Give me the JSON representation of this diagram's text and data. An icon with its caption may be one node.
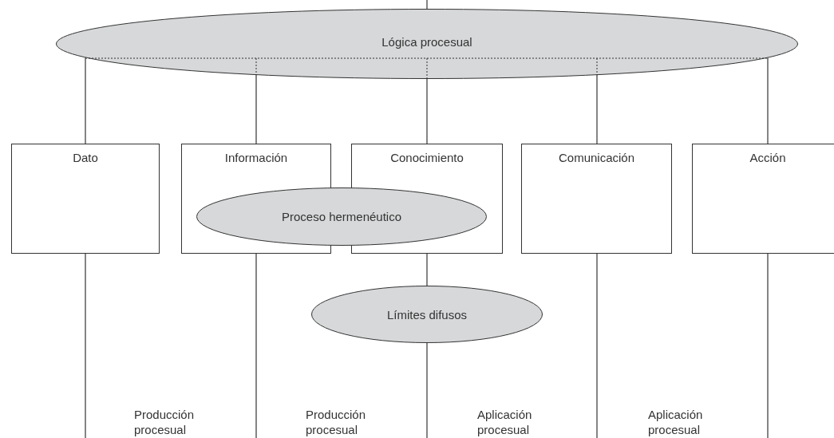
{
  "diagram": {
    "nodes": [
      {
        "text": [
          "Lógica procesual"
        ]
      },
      {
        "text": [
          "Dato"
        ]
      },
      {
        "text": [
          "Información"
        ]
      },
      {
        "text": [
          "Conocimiento"
        ]
      },
      {
        "text": [
          "Comunicación"
        ]
      },
      {
        "text": [
          "Acción"
        ]
      },
      {
        "text": [
          "Proceso hermenéutico"
        ]
      },
      {
        "text": [
          "Límites difusos"
        ]
      }
    ],
    "edges": [
      {
        "from": null,
        "to": 0,
        "arrow": "none"
      },
      {
        "from": 0,
        "to": 1,
        "arrow": "none"
      },
      {
        "from": 0,
        "to": 2,
        "arrow": "none"
      },
      {
        "from": 0,
        "to": 3,
        "arrow": "none"
      },
      {
        "from": 0,
        "to": 4,
        "arrow": "none"
      },
      {
        "from": 0,
        "to": 5,
        "arrow": "none"
      },
      {
        "from": 3,
        "to": 7,
        "arrow": "none"
      },
      {
        "from": 1,
        "to": null,
        "arrow": "none"
      },
      {
        "from": 2,
        "to": null,
        "arrow": "none"
      },
      {
        "from": 7,
        "to": null,
        "arrow": "none"
      },
      {
        "from": 4,
        "to": null,
        "arrow": "none"
      },
      {
        "from": 5,
        "to": null,
        "arrow": "none"
      }
    ],
    "labels": [
      "Producción procesual",
      "Producción procesual",
      "Aplicación procesual",
      "Aplicación procesual"
    ]
  }
}
